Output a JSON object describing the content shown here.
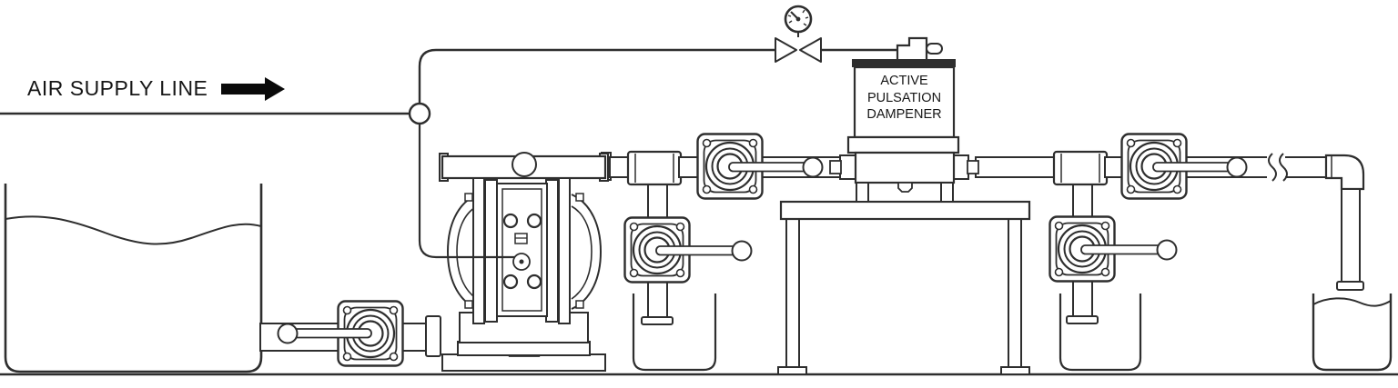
{
  "diagram": {
    "labels": {
      "air_supply": "AIR SUPPLY LINE",
      "dampener_line1": "ACTIVE",
      "dampener_line2": "PULSATION",
      "dampener_line3": "DAMPENER"
    },
    "colors": {
      "line": "#2e2e2e",
      "background": "#ffffff",
      "text": "#161616",
      "arrow": "#0a0a0a"
    },
    "components": [
      "air-supply-line",
      "pressure-gauge",
      "air-shutoff-valve",
      "active-pulsation-dampener",
      "diaphragm-pump",
      "ball-valve-suction",
      "ball-valve-discharge",
      "ball-valve-drain-left",
      "ball-valve-drain-right",
      "supply-tank",
      "drain-tank-left",
      "drain-tank-right",
      "receiving-tank",
      "dampener-stand"
    ]
  }
}
